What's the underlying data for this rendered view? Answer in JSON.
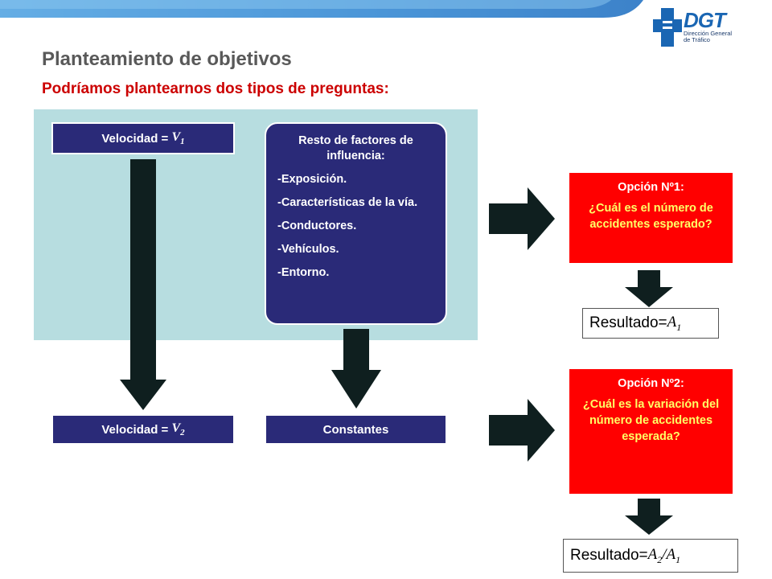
{
  "header": {
    "logo_text": "DGT",
    "logo_subtitle_line1": "Dirección General",
    "logo_subtitle_line2": "de Tráfico"
  },
  "title": "Planteamiento de objetivos",
  "subtitle": "Podríamos plantearnos dos tipos de preguntas:",
  "speed1": {
    "label": "Velocidad = ",
    "var": "V",
    "sub": "1"
  },
  "speed2": {
    "label": "Velocidad = ",
    "var": "V",
    "sub": "2"
  },
  "factors": {
    "title": "Resto de factores de influencia:",
    "items": [
      "-Exposición.",
      "-Características de la vía.",
      "-Conductores.",
      "-Vehículos.",
      "-Entorno."
    ]
  },
  "constants_label": "Constantes",
  "option1": {
    "title": "Opción Nº1:",
    "question": "¿Cuál es el número de accidentes esperado?"
  },
  "option2": {
    "title": "Opción Nº2:",
    "question": "¿Cuál es la variación del número de accidentes esperada?"
  },
  "result1": {
    "label": "Resultado=",
    "var": "A",
    "sub": "1"
  },
  "result2": {
    "label": "Resultado=",
    "var_a": "A",
    "sub_a": "2",
    "slash": "/",
    "var_b": "A",
    "sub_b": "1"
  },
  "colors": {
    "navy": "#2a2a78",
    "panel": "#b7dde0",
    "title_gray": "#595959",
    "subtitle_red": "#cc0000",
    "option_red": "#ff0000",
    "question_yellow": "#ffff66",
    "arrow_dark": "#0f1f1f",
    "band_blue": "#1a73c8"
  }
}
